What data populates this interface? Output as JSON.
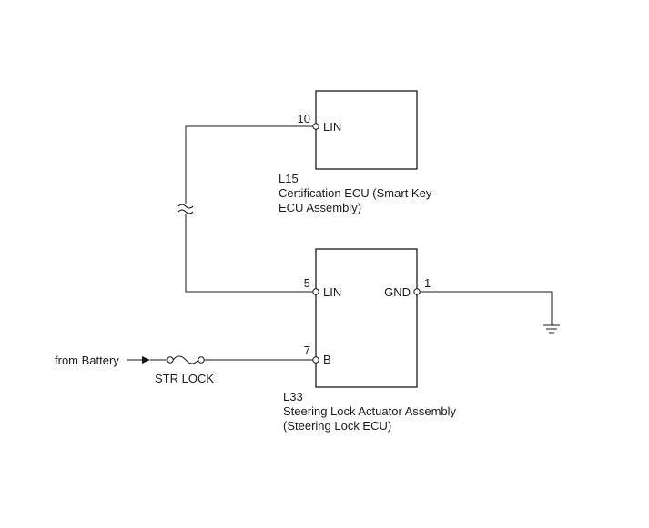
{
  "ecu_top": {
    "code": "L15",
    "name_line1": "Certification ECU (Smart Key",
    "name_line2": "ECU Assembly)",
    "pin_number": "10",
    "pin_label": "LIN"
  },
  "ecu_bottom": {
    "code": "L33",
    "name_line1": "Steering Lock Actuator Assembly",
    "name_line2": "(Steering Lock ECU)",
    "pins": {
      "lin_number": "5",
      "lin_label": "LIN",
      "b_number": "7",
      "b_label": "B",
      "gnd_number": "1",
      "gnd_label": "GND"
    }
  },
  "power": {
    "source_label": "from Battery",
    "fuse_label": "STR LOCK"
  }
}
